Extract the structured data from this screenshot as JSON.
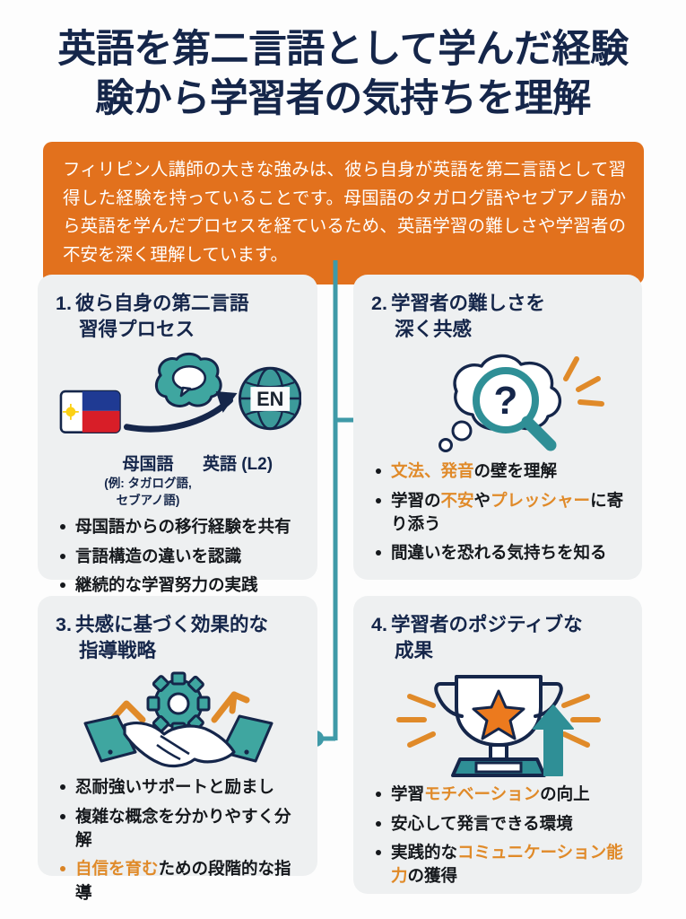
{
  "title": {
    "line1": "英語を第二言語として学んだ経験",
    "line2": "験から学習者の気持ちを理解"
  },
  "banner": {
    "text": "フィリピン人講師の大きな強みは、彼ら自身が英語を第二言語として習得した経験を持っていることです。母国語のタガログ語やセブアノ語から英語を学んだプロセスを経ているため、英語学習の難しさや学習者の不安を深く理解しています。"
  },
  "colors": {
    "orange": "#e2711d",
    "orange_text": "#e08a29",
    "navy": "#15264a",
    "teal": "#3c9a9a",
    "teal_line": "#3f9aa8",
    "card_bg": "#eef0f1",
    "page_bg": "#fdfdfd"
  },
  "cards": [
    {
      "number": "1.",
      "title_line1": "彼ら自身の第二言語",
      "title_line2": "習得プロセス",
      "icon": "flag-brain-globe-flow",
      "globe_label": "EN",
      "labels": {
        "native_main": "母国語",
        "native_sub1": "(例: タガログ語,",
        "native_sub2": "セブアノ語)",
        "target": "英語 (L2)"
      },
      "bullets": [
        {
          "parts": [
            {
              "t": "母国語からの移行経験を共有",
              "hl": false
            }
          ],
          "dot": "dark"
        },
        {
          "parts": [
            {
              "t": "言語構造の違いを認識",
              "hl": false
            }
          ],
          "dot": "dark"
        },
        {
          "parts": [
            {
              "t": "継続的な学習努力の実践",
              "hl": false
            }
          ],
          "dot": "dark"
        }
      ]
    },
    {
      "number": "2.",
      "title_line1": "学習者の難しさを",
      "title_line2": "深く共感",
      "icon": "thought-cloud-magnifier-question",
      "magnifier_glyph": "?",
      "bullets": [
        {
          "parts": [
            {
              "t": "文法、発音",
              "hl": true
            },
            {
              "t": "の壁を理解",
              "hl": false
            }
          ],
          "dot": "dark"
        },
        {
          "parts": [
            {
              "t": "学習の",
              "hl": false
            },
            {
              "t": "不安",
              "hl": true
            },
            {
              "t": "や",
              "hl": false
            },
            {
              "t": "プレッシャー",
              "hl": true
            },
            {
              "t": "に寄り添う",
              "hl": false
            }
          ],
          "dot": "dark"
        },
        {
          "parts": [
            {
              "t": "間違いを恐れる気持ちを知る",
              "hl": false
            }
          ],
          "dot": "dark"
        }
      ]
    },
    {
      "number": "3.",
      "title_line1": "共感に基づく効果的な",
      "title_line2": "指導戦略",
      "icon": "handshake-gear-arrows",
      "bullets": [
        {
          "parts": [
            {
              "t": "忍耐強いサポートと励まし",
              "hl": false
            }
          ],
          "dot": "dark"
        },
        {
          "parts": [
            {
              "t": "複雑な概念を分かりやすく分解",
              "hl": false
            }
          ],
          "dot": "dark"
        },
        {
          "parts": [
            {
              "t": "自信を育む",
              "hl": true
            },
            {
              "t": "ための段階的な指導",
              "hl": false
            }
          ],
          "dot": "orange"
        }
      ]
    },
    {
      "number": "4.",
      "title_line1": "学習者のポジティブな",
      "title_line2": "成果",
      "icon": "trophy-star-uparrow",
      "bullets": [
        {
          "parts": [
            {
              "t": "学習",
              "hl": false
            },
            {
              "t": "モチベーション",
              "hl": true
            },
            {
              "t": "の向上",
              "hl": false
            }
          ],
          "dot": "dark"
        },
        {
          "parts": [
            {
              "t": "安心して発言できる環境",
              "hl": false
            }
          ],
          "dot": "dark"
        },
        {
          "parts": [
            {
              "t": "実践的な",
              "hl": false
            },
            {
              "t": "コミュニケーション能力",
              "hl": true
            },
            {
              "t": "の獲得",
              "hl": false
            }
          ],
          "dot": "dark"
        }
      ]
    }
  ]
}
